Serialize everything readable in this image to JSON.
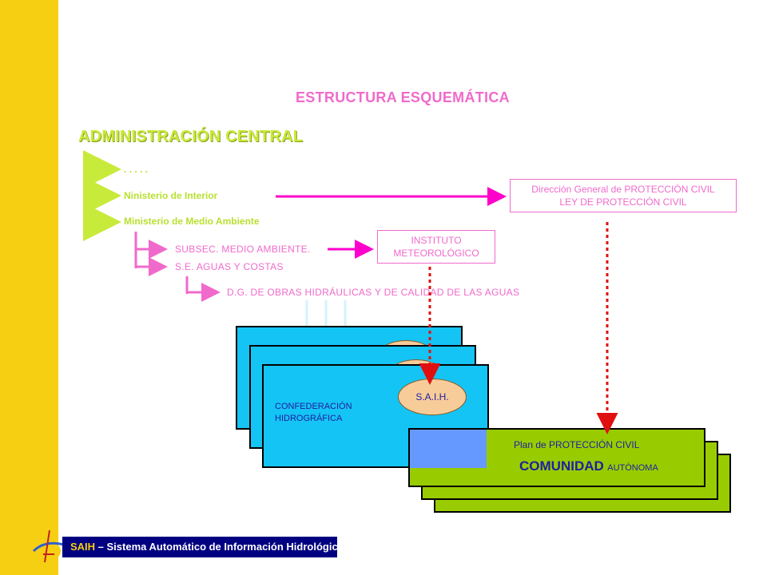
{
  "title": "ESTRUCTURA ESQUEMÁTICA",
  "admin_heading": "ADMINISTRACIÓN CENTRAL",
  "ministries": {
    "dots": ". . . . .",
    "interior": "Ninisterio de Interior",
    "medio_ambiente": "Ministerio de Medio Ambiente"
  },
  "sub_levels": {
    "subsec": "SUBSEC.  MEDIO AMBIENTE.",
    "se_aguas": "S.E. AGUAS Y COSTAS",
    "dg_obras": "D.G. DE OBRAS HIDRÁULICAS  Y DE CALIDAD DE LAS AGUAS"
  },
  "instituto": {
    "line1": "INSTITUTO",
    "line2": "METEOROLÓGICO"
  },
  "proteccion": {
    "line1": "Dirección General de PROTECCIÓN CIVIL",
    "line2": "LEY DE PROTECCIÓN CIVIL"
  },
  "confederacion": {
    "line1": "CONFEDERACIÓN",
    "line2": "HIDROGRÁFICA",
    "saih": "S.A.I.H."
  },
  "comunidad": {
    "plan": "Plan de PROTECCIÓN CIVIL",
    "comunidad": "COMUNIDAD",
    "autonoma": "AUTÓNOMA"
  },
  "footer": {
    "abbr": "SAIH",
    "text": " – Sistema Automático de Información Hidrológica"
  },
  "colors": {
    "sidebar": "#f7cf12",
    "pink": "#f06acb",
    "green": "#c8ea3a",
    "blue": "#14c4f5",
    "olive": "#99cc00",
    "footer_bg": "#000080"
  }
}
